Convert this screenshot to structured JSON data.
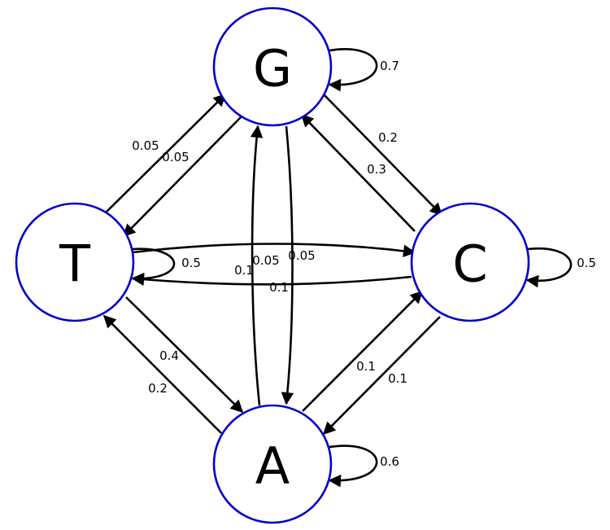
{
  "diagram": {
    "nodes": [
      {
        "id": "G",
        "label": "G"
      },
      {
        "id": "T",
        "label": "T"
      },
      {
        "id": "C",
        "label": "C"
      },
      {
        "id": "A",
        "label": "A"
      }
    ],
    "edges": [
      {
        "from": "G",
        "to": "G",
        "label": "0.7"
      },
      {
        "from": "G",
        "to": "C",
        "label": "0.2"
      },
      {
        "from": "C",
        "to": "G",
        "label": "0.3"
      },
      {
        "from": "T",
        "to": "G",
        "label": "0.05"
      },
      {
        "from": "G",
        "to": "T",
        "label": "0.05"
      },
      {
        "from": "T",
        "to": "T",
        "label": "0.5"
      },
      {
        "from": "T",
        "to": "C",
        "label": "0.05"
      },
      {
        "from": "C",
        "to": "T",
        "label": "0.1"
      },
      {
        "from": "C",
        "to": "C",
        "label": "0.5"
      },
      {
        "from": "A",
        "to": "G",
        "label": "0.1"
      },
      {
        "from": "G",
        "to": "A",
        "label": "0.05"
      },
      {
        "from": "T",
        "to": "A",
        "label": "0.4"
      },
      {
        "from": "A",
        "to": "T",
        "label": "0.2"
      },
      {
        "from": "A",
        "to": "C",
        "label": "0.1"
      },
      {
        "from": "C",
        "to": "A",
        "label": "0.1"
      },
      {
        "from": "A",
        "to": "A",
        "label": "0.6"
      }
    ]
  }
}
